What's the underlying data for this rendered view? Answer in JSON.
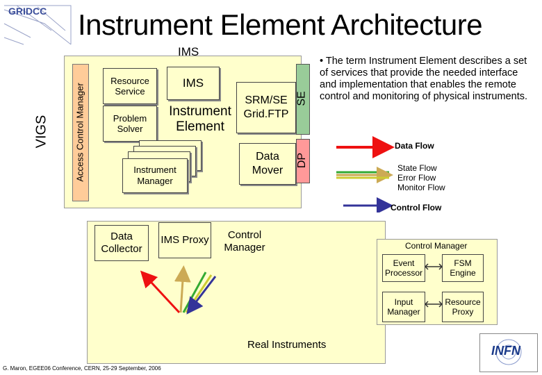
{
  "header": {
    "title": "Instrument Element Architecture",
    "logo_text": "GRIDCC"
  },
  "ims_area": {
    "label": "IMS",
    "vigs_label": "VIGS",
    "access_control_label": "Access Control Manager",
    "resource_service": "Resource Service",
    "problem_solver": "Problem Solver",
    "ims_box": "IMS",
    "instrument_element": "Instrument Element",
    "srm_se": "SRM/SE Grid.FTP",
    "se_label": "SE",
    "data_mover": "Data Mover",
    "dp_label": "DP",
    "instrument_manager": "Instrument Manager"
  },
  "description": "• The term Instrument Element describes a set of services that provide the needed interface and implementation that enables the remote control and monitoring of physical instruments.",
  "legend": {
    "data_flow": "Data Flow",
    "state_flow": "State Flow",
    "error_flow": "Error Flow",
    "monitor_flow": "Monitor Flow",
    "control_flow": "Control Flow",
    "colors": {
      "data": "#ee1111",
      "state": "#33aa33",
      "error": "#ccaa55",
      "monitor": "#cccc33",
      "control": "#333399"
    }
  },
  "bottom": {
    "data_collector": "Data Collector",
    "ims_proxy": "IMS Proxy",
    "control_manager": "Control Manager",
    "real_instruments": "Real Instruments"
  },
  "control_manager_panel": {
    "title": "Control Manager",
    "event_processor": "Event Processor",
    "fsm_engine": "FSM Engine",
    "input_manager": "Input Manager",
    "resource_proxy": "Resource Proxy"
  },
  "footer": {
    "citation": "G. Maron, EGEE06 Conference, CERN, 25-29 September, 2006",
    "infn": "INFN"
  }
}
